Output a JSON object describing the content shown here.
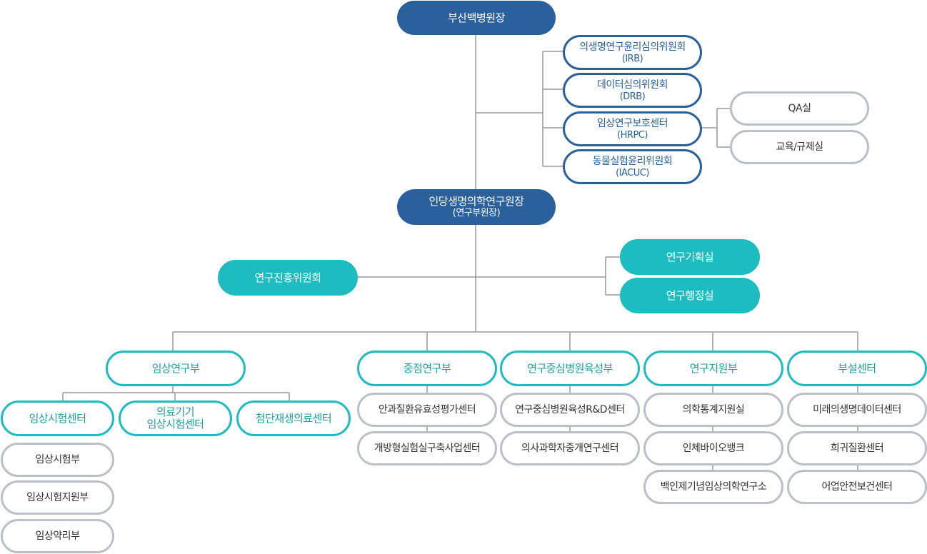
{
  "director": "부산백병원장",
  "committees": [
    {
      "name": "의생명연구윤리심의위원회",
      "abbr": "(IRB)"
    },
    {
      "name": "데이터심의위원회",
      "abbr": "(DRB)"
    },
    {
      "name": "임상연구보호센터",
      "abbr": "(HRPC)"
    },
    {
      "name": "동물실험윤리위원회",
      "abbr": "(IACUC)"
    }
  ],
  "hrpc_units": [
    "QA실",
    "교육/규제실"
  ],
  "vice_director": {
    "name": "인당생명의학연구원장",
    "sub": "(연구부원장)"
  },
  "promotion_committee": "연구진흥위원회",
  "offices": [
    "연구기획실",
    "연구행정실"
  ],
  "departments": {
    "clinical": {
      "name": "임상연구부",
      "centers": [
        "임상시험센터",
        "의료기기\n임상시험센터",
        "첨단재생의료센터"
      ],
      "units": [
        "임상시험부",
        "임상시험지원부",
        "임상약리부"
      ]
    },
    "core": {
      "name": "중점연구부",
      "units": [
        "안과질환유효성평가센터",
        "개방형실험실구축사업센터"
      ]
    },
    "hospital": {
      "name": "연구중심병원육성부",
      "units": [
        "연구중심병원육성R&D센터",
        "의사과학자중개연구센터"
      ]
    },
    "support": {
      "name": "연구지원부",
      "units": [
        "의학통계지원실",
        "인체바이오뱅크",
        "백인제기념임상의학연구소"
      ]
    },
    "affiliated": {
      "name": "부설센터",
      "units": [
        "미래의생명데이터센터",
        "희귀질환센터",
        "어업안전보건센터"
      ]
    }
  }
}
